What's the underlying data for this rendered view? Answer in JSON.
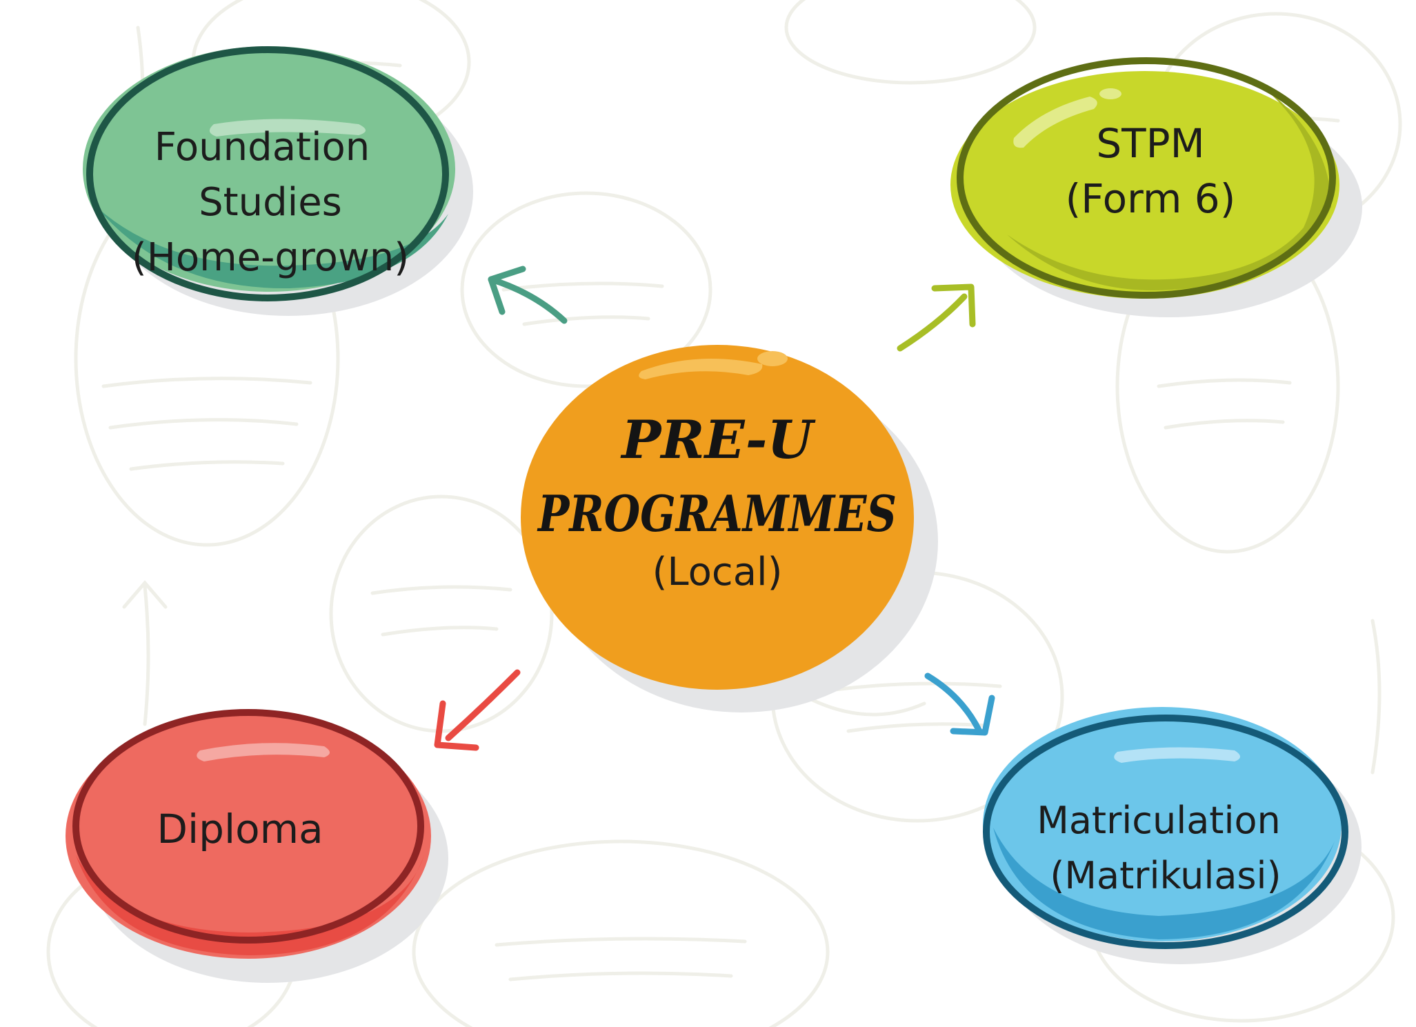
{
  "center": {
    "title_line1": "PRE-U",
    "title_line2": "PROGRAMMES",
    "subtitle": "(Local)",
    "color": "#F09E1E"
  },
  "nodes": {
    "foundation": {
      "line1": "Foundation",
      "line2": "Studies",
      "line3": "(Home-grown)",
      "fill": "#7EC494",
      "stroke": "#1E5646",
      "arrow": "#4A9E84"
    },
    "stpm": {
      "line1": "STPM",
      "line2": "(Form 6)",
      "fill": "#C8D72A",
      "stroke": "#5E6E14",
      "arrow": "#A8BE26"
    },
    "diploma": {
      "line1": "Diploma",
      "fill": "#EE6A60",
      "stroke": "#8E2424",
      "arrow": "#E94A42"
    },
    "matriculation": {
      "line1": "Matriculation",
      "line2": "(Matrikulasi)",
      "fill": "#6CC6EA",
      "stroke": "#145A78",
      "arrow": "#3AA0CE"
    }
  }
}
